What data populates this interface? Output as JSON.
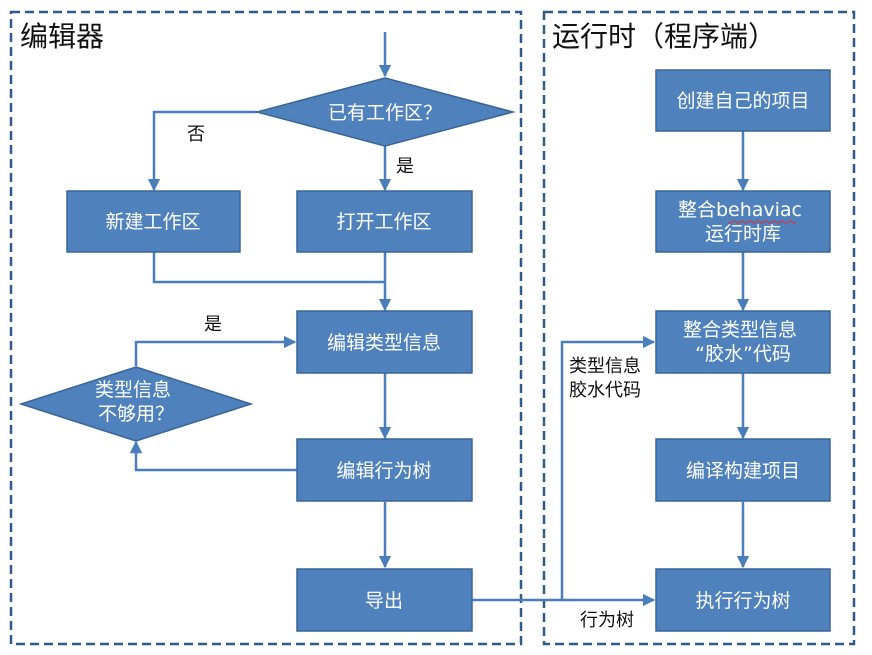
{
  "panels": {
    "editor_title": "编辑器",
    "runtime_title": "运行时（程序端）"
  },
  "nodes": {
    "has_workspace": "已有工作区？",
    "new_workspace": "新建工作区",
    "open_workspace": "打开工作区",
    "edit_type_info": "编辑类型信息",
    "type_info_not_enough": [
      "类型信息",
      "不够用？"
    ],
    "edit_behavior_tree": "编辑行为树",
    "export": "导出",
    "create_own_project": "创建自己的项目",
    "integrate_runtime": [
      "整合behaviac",
      "运行时库"
    ],
    "integrate_type_glue": [
      "整合类型信息",
      "“胶水”代码"
    ],
    "compile_build_project": "编译构建项目",
    "execute_behavior_tree": "执行行为树"
  },
  "edge_labels": {
    "no": "否",
    "yes_open": "是",
    "yes_loop": "是",
    "type_glue": [
      "类型信息",
      "胶水代码"
    ],
    "behavior_tree": "行为树"
  },
  "colors": {
    "box_fill": "#4f81bd",
    "box_stroke": "#3a6597",
    "edge": "#4a7ebb",
    "frame": "#2e5b8b",
    "text_on_box": "#ffffff"
  }
}
